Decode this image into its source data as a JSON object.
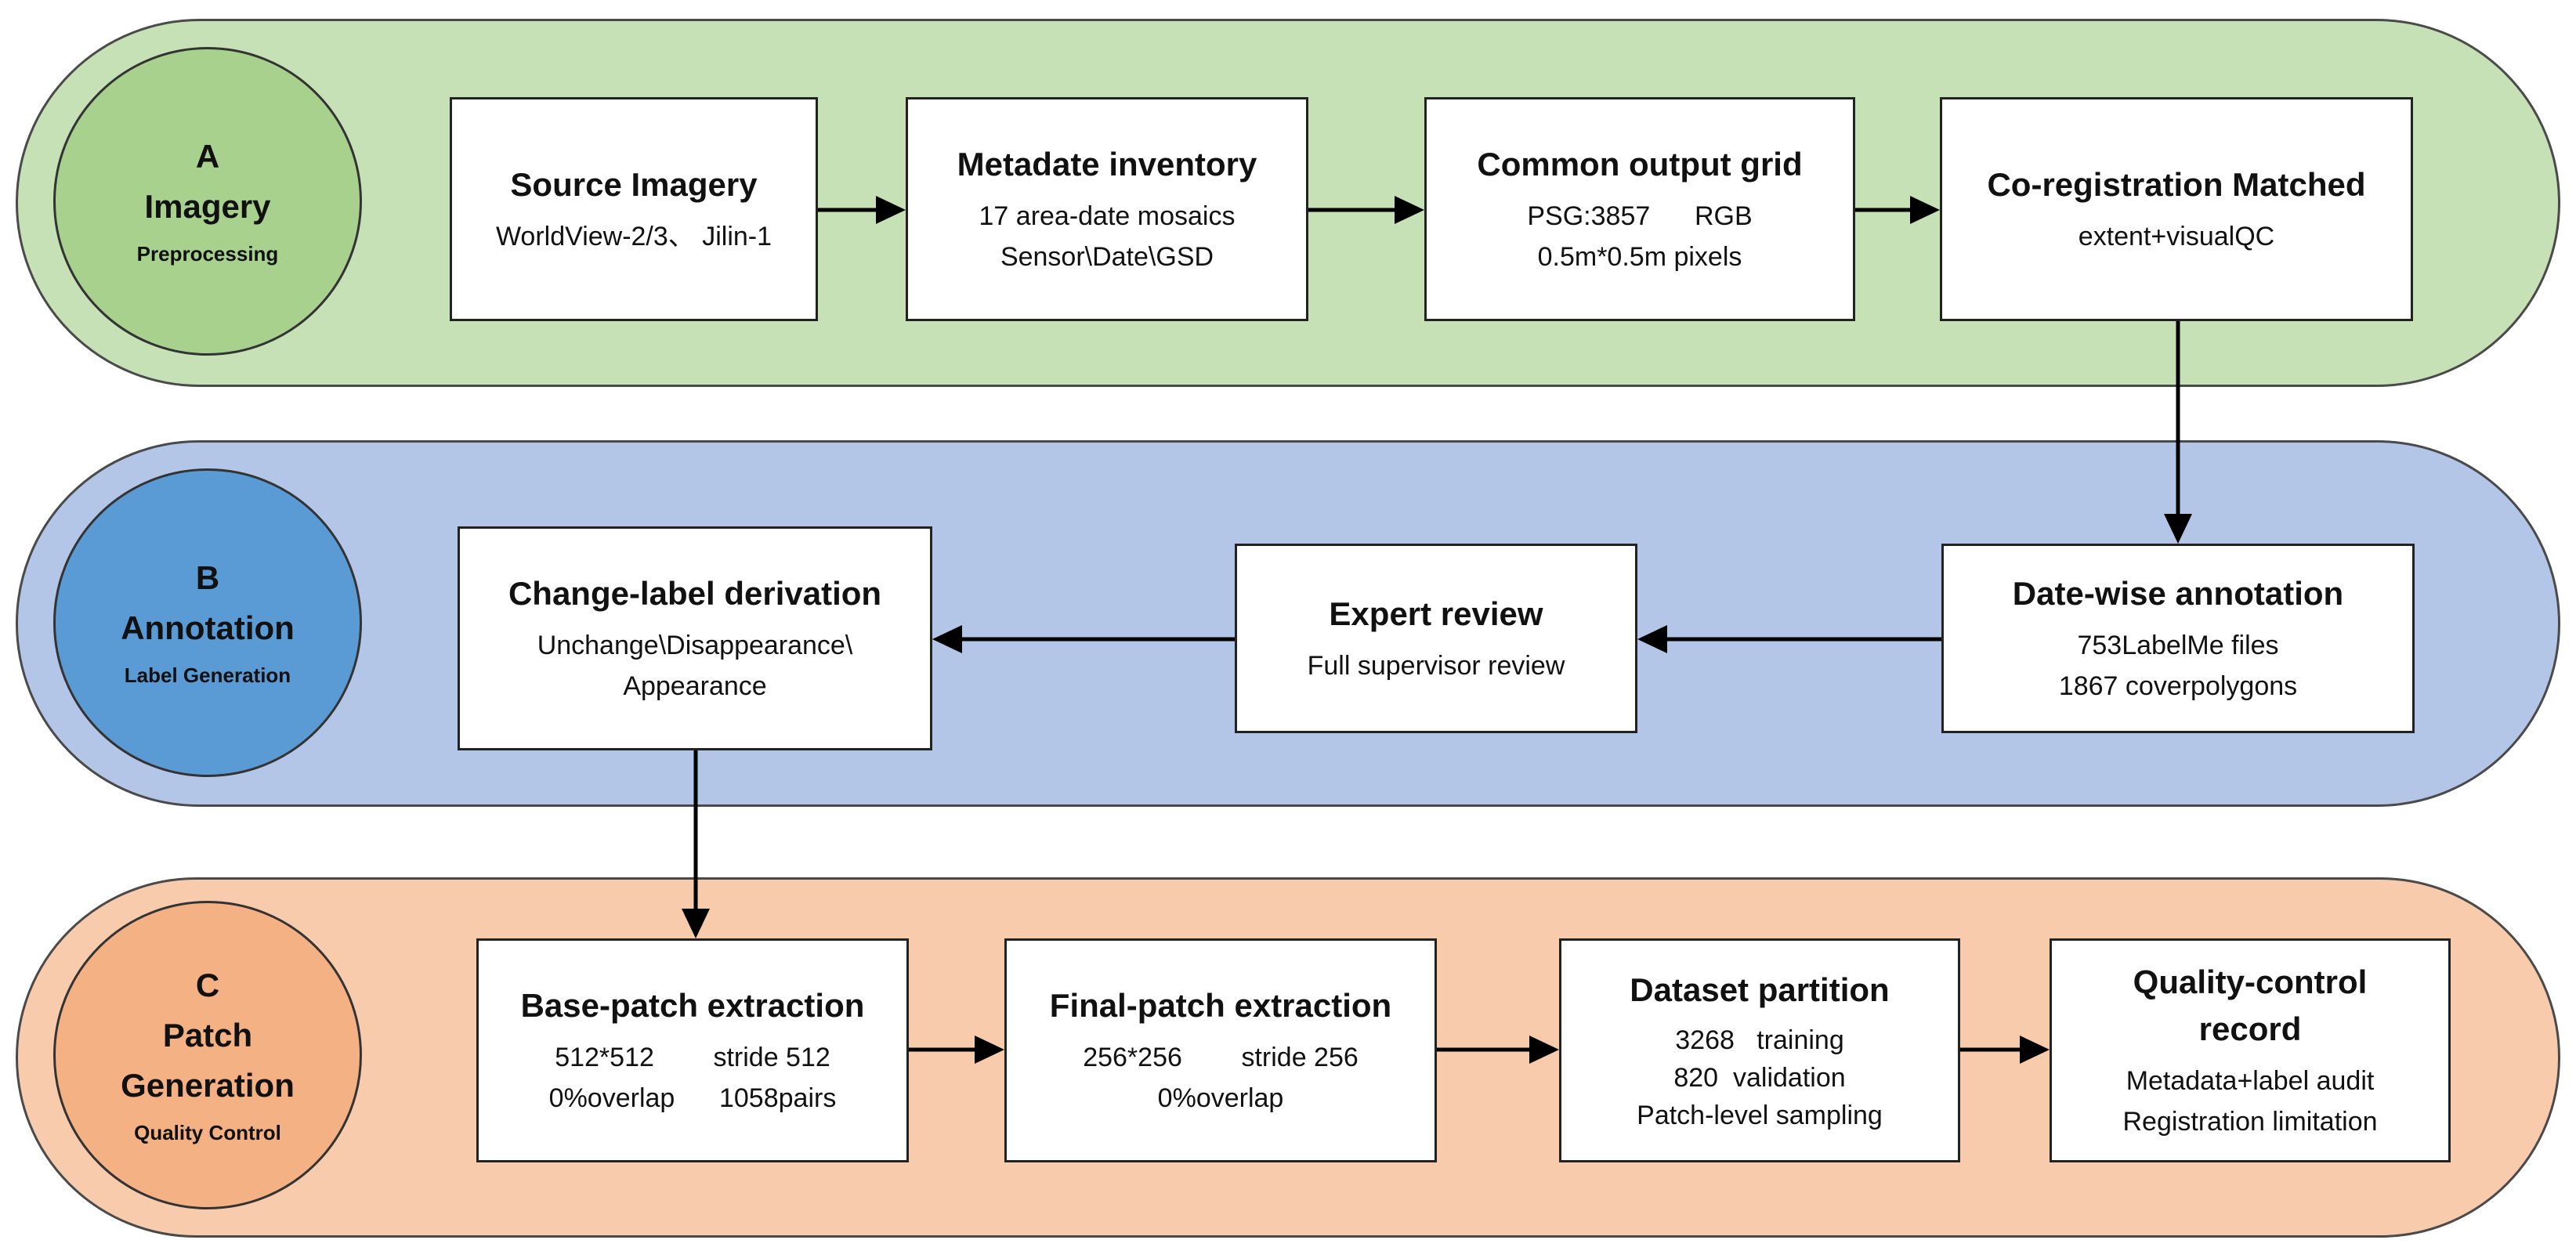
{
  "stages": {
    "a": {
      "letter": "A",
      "name": "Imagery",
      "sub": "Preprocessing"
    },
    "b": {
      "letter": "B",
      "name": "Annotation",
      "sub": "Label Generation"
    },
    "c": {
      "letter": "C",
      "name1": "Patch",
      "name2": "Generation",
      "sub": "Quality Control"
    }
  },
  "boxes": {
    "source": {
      "title": "Source Imagery",
      "lines": [
        "WorldView-2/3、 Jilin-1"
      ]
    },
    "metadata": {
      "title": "Metadate inventory",
      "lines": [
        "17 area-date mosaics",
        "Sensor\\Date\\GSD"
      ]
    },
    "grid": {
      "title": "Common output grid",
      "lines": [
        "PSG:3857      RGB",
        "0.5m*0.5m pixels"
      ]
    },
    "coreg": {
      "title": "Co-registration Matched",
      "lines": [
        "extent+visualQC"
      ]
    },
    "datewise": {
      "title": "Date-wise annotation",
      "lines": [
        "753LabelMe files",
        "1867 coverpolygons"
      ]
    },
    "expert": {
      "title": "Expert review",
      "lines": [
        "Full supervisor review"
      ]
    },
    "changelabel": {
      "title": "Change-label derivation",
      "lines": [
        "Unchange\\Disappearance\\",
        "Appearance"
      ]
    },
    "basepatch": {
      "title": "Base-patch extraction",
      "lines": [
        "512*512        stride 512",
        "0%overlap      1058pairs"
      ]
    },
    "finalpatch": {
      "title": "Final-patch extraction",
      "lines": [
        "256*256        stride 256",
        "0%overlap"
      ]
    },
    "partition": {
      "title": "Dataset partition",
      "lines": [
        "3268   training",
        "820  validation",
        "Patch-level sampling"
      ]
    },
    "qc": {
      "title1": "Quality-control",
      "title2": "record",
      "lines": [
        "Metadata+label audit",
        "Registration limitation"
      ]
    }
  }
}
